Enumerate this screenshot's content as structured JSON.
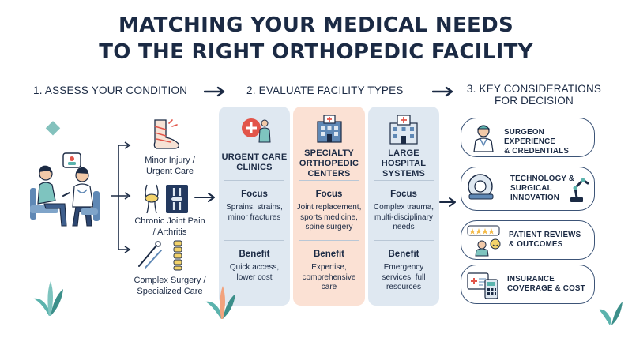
{
  "title": {
    "line1": "MATCHING YOUR MEDICAL NEEDS",
    "line2": "TO THE RIGHT ORTHOPEDIC FACILITY"
  },
  "steps": {
    "s1": "1. ASSESS YOUR CONDITION",
    "s2": "2. EVALUATE FACILITY TYPES",
    "s3a": "3. KEY CONSIDERATIONS",
    "s3b": "FOR DECISION"
  },
  "conditions": [
    {
      "l1": "Minor Injury /",
      "l2": "Urgent Care",
      "icon": "bandaged-ankle-icon"
    },
    {
      "l1": "Chronic Joint Pain",
      "l2": "/ Arthritis",
      "icon": "knee-joint-xray-icon"
    },
    {
      "l1": "Complex Surgery /",
      "l2": "Specialized Care",
      "icon": "surgical-tools-spine-icon"
    }
  ],
  "facilities": [
    {
      "head1": "URGENT CARE",
      "head2": "CLINICS",
      "head3": "",
      "focus_label": "Focus",
      "focus1": "Sprains, strains,",
      "focus2": "minor fractures",
      "focus3": "",
      "benefit_label": "Benefit",
      "benefit1": "Quick access,",
      "benefit2": "lower cost",
      "benefit3": ""
    },
    {
      "head1": "SPECIALTY",
      "head2": "ORTHOPEDIC",
      "head3": "CENTERS",
      "focus_label": "Focus",
      "focus1": "Joint replacement,",
      "focus2": "sports medicine,",
      "focus3": "spine surgery",
      "benefit_label": "Benefit",
      "benefit1": "Expertise,",
      "benefit2": "comprehensive",
      "benefit3": "care"
    },
    {
      "head1": "LARGE",
      "head2": "HOSPITAL",
      "head3": "SYSTEMS",
      "focus_label": "Focus",
      "focus1": "Complex trauma,",
      "focus2": "multi-disciplinary",
      "focus3": "needs",
      "benefit_label": "Benefit",
      "benefit1": "Emergency",
      "benefit2": "services, full",
      "benefit3": "resources"
    }
  ],
  "considerations": [
    {
      "l1": "SURGEON EXPERIENCE",
      "l2": "& CREDENTIALS",
      "l3": "",
      "icon": "surgeon-icon"
    },
    {
      "l1": "TECHNOLOGY &",
      "l2": "SURGICAL",
      "l3": "INNOVATION",
      "icon": "robotic-arm-mri-icon"
    },
    {
      "l1": "PATIENT REVIEWS",
      "l2": "& OUTCOMES",
      "l3": "",
      "icon": "star-rating-icon"
    },
    {
      "l1": "INSURANCE",
      "l2": "COVERAGE & COST",
      "l3": "",
      "icon": "insurance-calculator-icon"
    }
  ],
  "colors": {
    "navy": "#1b2a44",
    "col_blue": "#dfe8f1",
    "col_peach": "#fbe1d4",
    "accent_red": "#e2554a",
    "accent_teal": "#5bb3ad"
  }
}
